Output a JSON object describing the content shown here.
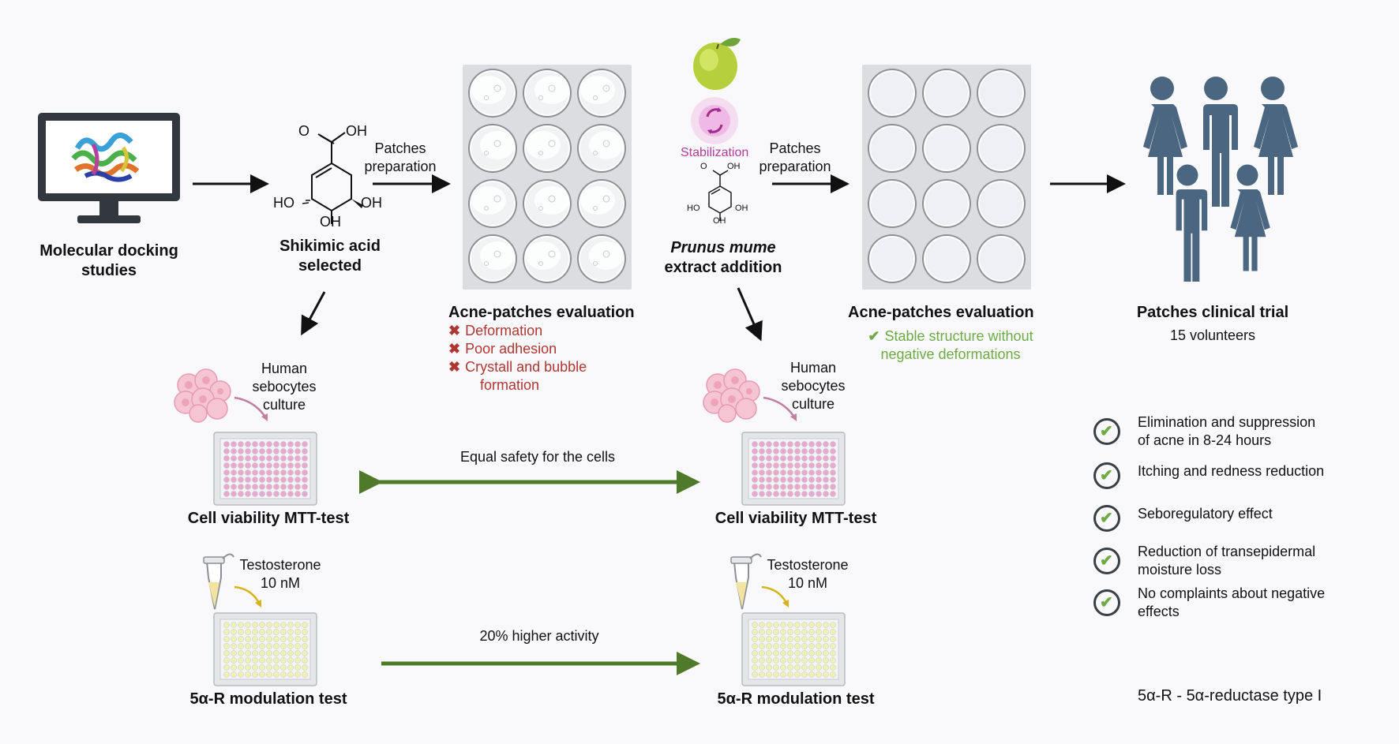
{
  "steps": {
    "docking": {
      "line1": "Molecular docking",
      "line2": "studies"
    },
    "shikimic": {
      "line1": "Shikimic acid",
      "line2": "selected"
    },
    "patches_prep_1": {
      "line1": "Patches",
      "line2": "preparation"
    },
    "patches_prep_2": {
      "line1": "Patches",
      "line2": "preparation"
    },
    "stabilization": "Stabilization",
    "prunus": {
      "line1": "Prunus mume",
      "line2": "extract addition"
    },
    "clinical": {
      "title": "Patches clinical trial",
      "sub": "15 volunteers"
    }
  },
  "chem_labels": {
    "oh_top": "OH",
    "o": "O",
    "ho_left": "HO",
    "oh_right": "OH",
    "oh_bottom": "OH"
  },
  "eval_1": {
    "title": "Acne-patches evaluation",
    "issues": [
      "Deformation",
      "Poor adhesion",
      "Crystall and bubble"
    ],
    "issue_cont": "formation"
  },
  "eval_2": {
    "title": "Acne-patches evaluation",
    "line1": "Stable structure without",
    "line2": "negative deformations"
  },
  "cells": {
    "left": {
      "l1": "Human",
      "l2": "sebocytes",
      "l3": "culture"
    },
    "right": {
      "l1": "Human",
      "l2": "sebocytes",
      "l3": "culture"
    }
  },
  "tests": {
    "mtt_left": "Cell viability MTT-test",
    "mtt_right": "Cell viability MTT-test",
    "equal_safety": "Equal safety for the cells",
    "testo_left": {
      "l1": "Testosterone",
      "l2": "10 nM"
    },
    "testo_right": {
      "l1": "Testosterone",
      "l2": "10 nM"
    },
    "higher_activity": "20% higher activity",
    "mod_left": "5α-R modulation test",
    "mod_right": "5α-R modulation test"
  },
  "results": [
    {
      "l1": "Elimination  and  suppression",
      "l2": "of acne in 8-24 hours"
    },
    {
      "l1": "Itching and redness reduction",
      "l2": ""
    },
    {
      "l1": "Seboregulatory effect",
      "l2": ""
    },
    {
      "l1": "Reduction  of  transepidermal",
      "l2": "moisture loss"
    },
    {
      "l1": "No complaints about negative",
      "l2": "effects"
    }
  ],
  "footnote": "5α-R - 5α-reductase type I",
  "colors": {
    "red": "#b03632",
    "green": "#6eaa45",
    "arrow_green": "#4e7a2a",
    "person": "#4a6680",
    "pink": "#e9a8cf",
    "yellow": "#eef0b4"
  },
  "icons": [
    "monitor-icon",
    "protein-structure-icon",
    "shikimic-acid-structure",
    "patch-tray-icon",
    "apricot-fruit-icon",
    "stabilization-cycle-icon",
    "cell-cluster-icon",
    "well-plate-icon",
    "test-tube-icon",
    "person-icon",
    "check-circle-icon",
    "cross-mark-icon"
  ]
}
